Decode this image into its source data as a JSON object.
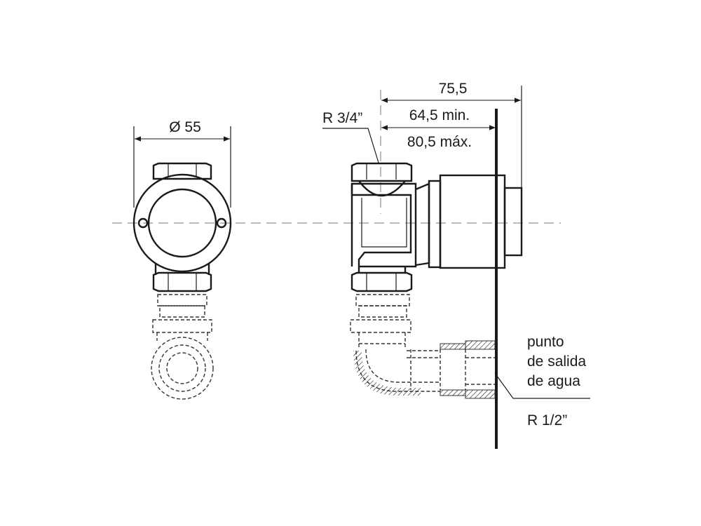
{
  "dimensions": {
    "diameter": "Ø 55",
    "overall_depth": "75,5",
    "min_depth": "64,5 min.",
    "max_depth": "80,5 máx.",
    "inlet_thread": "R 3/4”",
    "outlet_thread": "R 1/2”"
  },
  "labels": {
    "outlet_line1": "punto",
    "outlet_line2": "de salida",
    "outlet_line3": "de agua"
  }
}
